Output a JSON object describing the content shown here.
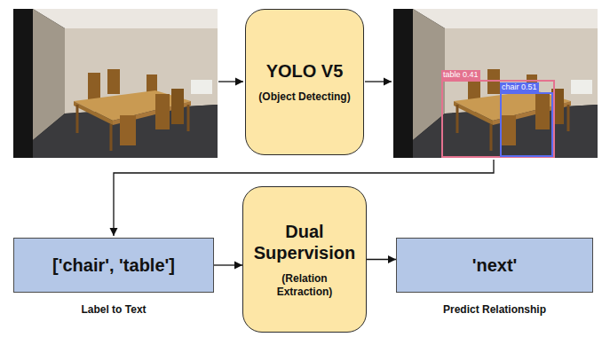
{
  "diagram": {
    "nodes": [
      {
        "text": [
          "YOLO V5",
          "(Object Detecting)"
        ]
      },
      {
        "text": [
          "table 0.41"
        ]
      },
      {
        "text": [
          "chair 0.51"
        ]
      },
      {
        "text": [
          "['chair', 'table']"
        ]
      },
      {
        "text": [
          "Dual Supervision",
          "(Relation Extraction)"
        ]
      },
      {
        "text": [
          "'next'"
        ]
      }
    ],
    "edges": [
      {
        "from": 3,
        "to": 4,
        "arrow": "to"
      },
      {
        "from": 4,
        "to": 5,
        "arrow": "to"
      }
    ],
    "labels": [
      "Label to Text",
      "Predict Relationship"
    ]
  }
}
